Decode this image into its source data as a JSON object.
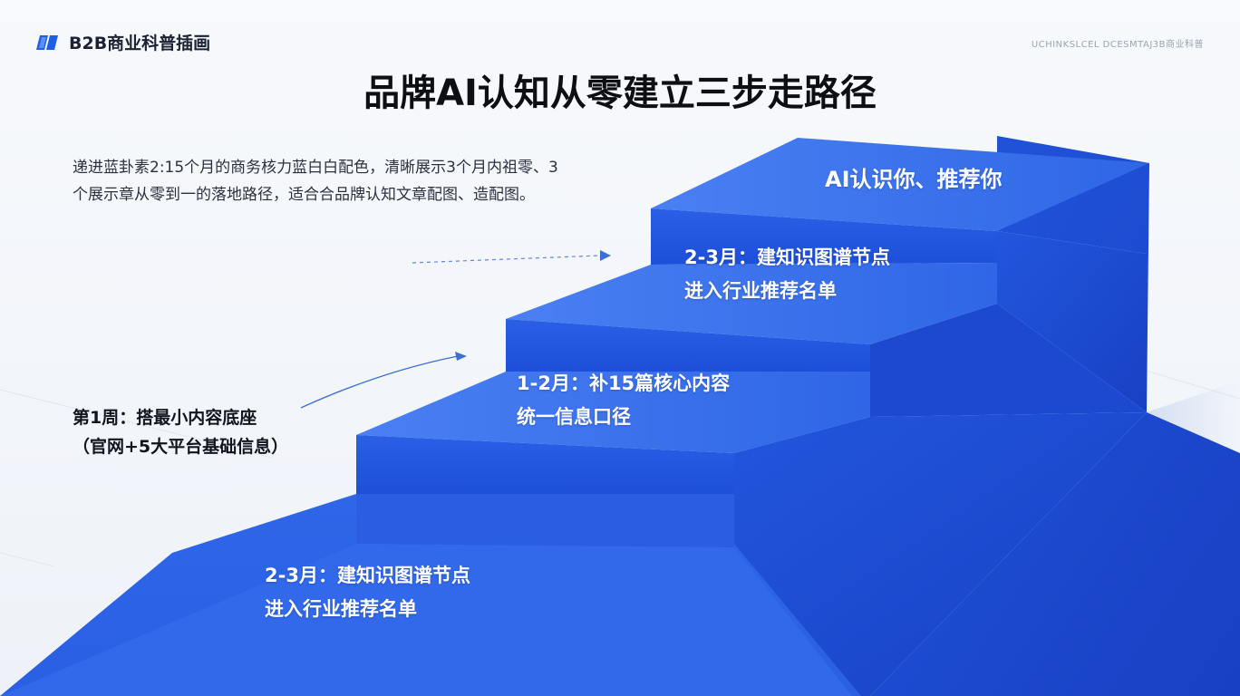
{
  "header": {
    "logo_text": "B2B商业科普插画",
    "watermark": "UCHINKSLCEL DCESMTAJ3B商业科普"
  },
  "title": "品牌AI认知从零建立三步走路径",
  "description": "递进蓝卦素2:15个月的商务核力蓝白白配色，清晰展示3个月内祖零、3个展示章从零到一的落地路径，适合合品牌认知文章配图、造配图。",
  "steps": {
    "top": {
      "line1": "AI认识你、推荐你"
    },
    "step3": {
      "line1": "2-3月：建知识图谱节点",
      "line2": "进入行业推荐名单"
    },
    "step2": {
      "line1": "1-2月：补15篇核心内容",
      "line2": "统一信息口径"
    },
    "step1": {
      "line1": "2-3月：建知识图谱节点",
      "line2": "进入行业推荐名单"
    }
  },
  "callout": {
    "line1": "第1周：搭最小内容底座",
    "line2": "（官网+5大平台基础信息）"
  },
  "colors": {
    "step_top": "#3f77ee",
    "step_front": "#1f50dc",
    "step_side": "#1b47cf",
    "arrow": "#3b6fd6"
  }
}
